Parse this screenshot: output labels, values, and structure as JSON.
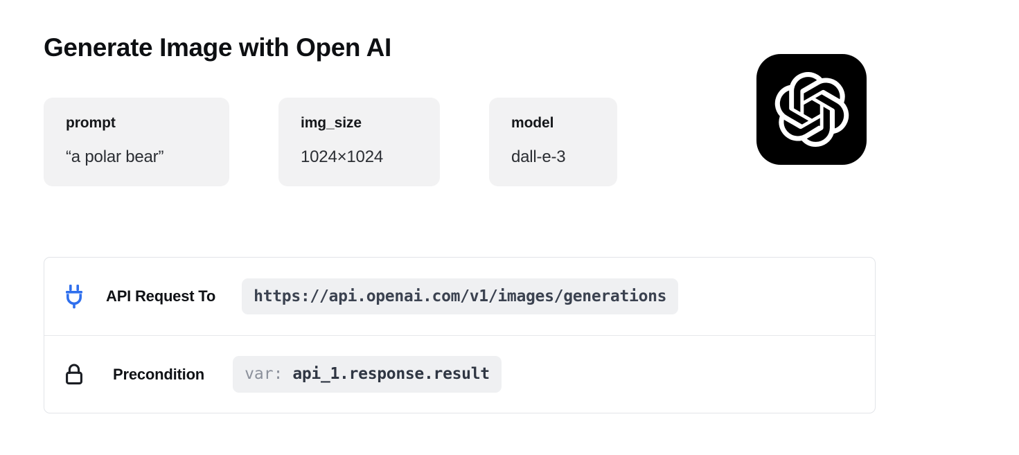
{
  "page": {
    "title": "Generate Image with Open AI",
    "background_color": "#ffffff"
  },
  "brand": {
    "name": "openai-logo",
    "icon": "openai-knot-icon",
    "tile_color": "#000000",
    "glyph_color": "#ffffff"
  },
  "parameters": [
    {
      "key": "prompt",
      "value": "“a polar bear”"
    },
    {
      "key": "img_size",
      "value": "1024×1024"
    },
    {
      "key": "model",
      "value": "dall-e-3"
    }
  ],
  "detail_panel": {
    "rows": [
      {
        "icon": "plug-icon",
        "icon_color": "#2f6fed",
        "label": "API Request To",
        "chip_value": "https://api.openai.com/v1/images/generations"
      },
      {
        "icon": "lock-icon",
        "icon_color": "#1a1d23",
        "label": "Precondition",
        "chip_prefix": "var:",
        "chip_value": "api_1.response.result"
      }
    ],
    "chip_background": "#eff0f2",
    "border_color": "#e2e4e8"
  }
}
